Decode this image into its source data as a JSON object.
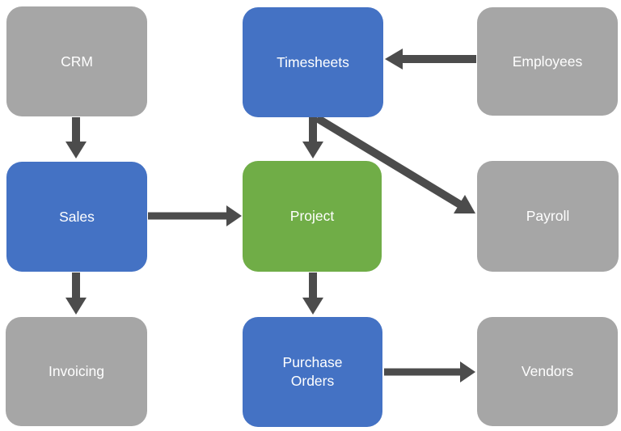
{
  "diagram": {
    "type": "flowchart",
    "nodes": [
      {
        "id": "crm",
        "label": "CRM",
        "color": "gray"
      },
      {
        "id": "timesheets",
        "label": "Timesheets",
        "color": "blue"
      },
      {
        "id": "employees",
        "label": "Employees",
        "color": "gray"
      },
      {
        "id": "sales",
        "label": "Sales",
        "color": "blue"
      },
      {
        "id": "project",
        "label": "Project",
        "color": "green"
      },
      {
        "id": "payroll",
        "label": "Payroll",
        "color": "gray"
      },
      {
        "id": "invoicing",
        "label": "Invoicing",
        "color": "gray"
      },
      {
        "id": "purchase_orders",
        "label": "Purchase Orders",
        "color": "blue"
      },
      {
        "id": "vendors",
        "label": "Vendors",
        "color": "gray"
      }
    ],
    "edges": [
      {
        "from": "crm",
        "to": "sales"
      },
      {
        "from": "employees",
        "to": "timesheets"
      },
      {
        "from": "timesheets",
        "to": "project"
      },
      {
        "from": "timesheets",
        "to": "payroll"
      },
      {
        "from": "sales",
        "to": "project"
      },
      {
        "from": "sales",
        "to": "invoicing"
      },
      {
        "from": "project",
        "to": "purchase_orders"
      },
      {
        "from": "purchase_orders",
        "to": "vendors"
      }
    ],
    "colors": {
      "blue": "#4472C4",
      "green": "#70AD47",
      "gray": "#A6A6A6",
      "arrow": "#4C4C4C",
      "label_text": "#FFFFFF",
      "background": "#FFFFFF"
    }
  }
}
